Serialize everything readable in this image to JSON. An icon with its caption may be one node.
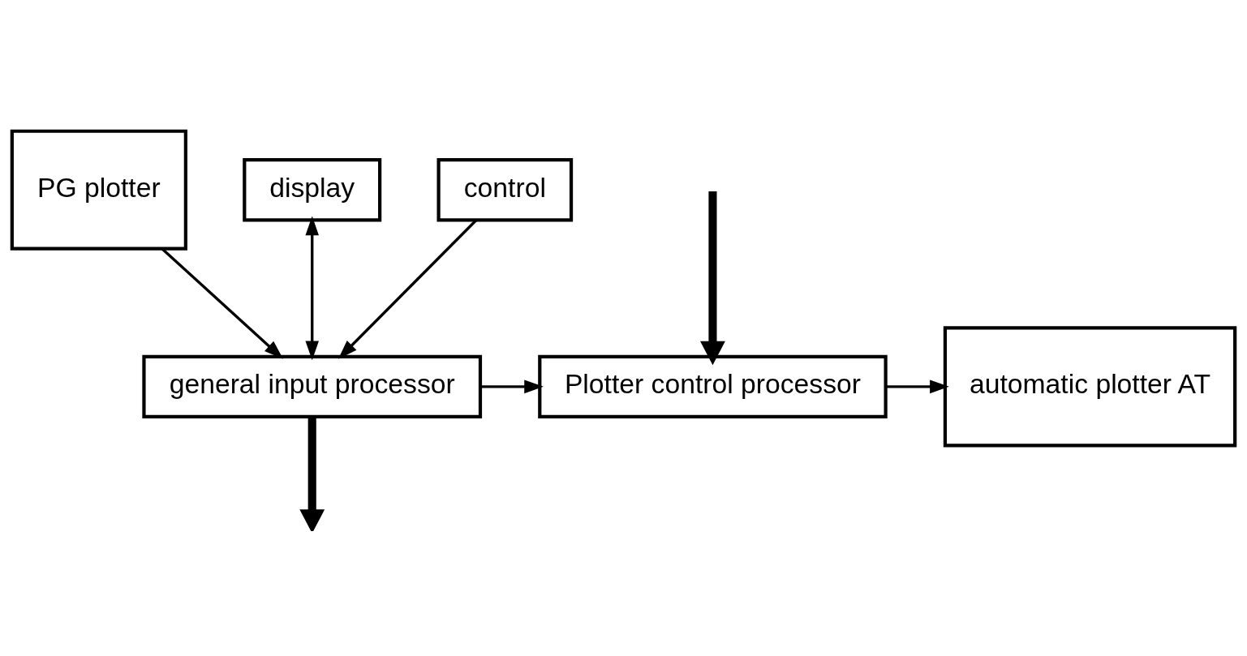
{
  "diagram": {
    "nodes": [
      {
        "text": [
          "PG plotter"
        ]
      },
      {
        "text": [
          "display"
        ]
      },
      {
        "text": [
          "control"
        ]
      },
      {
        "text": [
          "automatic plotter AT"
        ]
      },
      {
        "text": [
          "general input processor"
        ]
      },
      {
        "text": [
          "Plotter control processor"
        ]
      }
    ],
    "edges": [
      {
        "from": 0,
        "to": 4,
        "arrow": "to"
      },
      {
        "from": 2,
        "to": 4,
        "arrow": "to"
      },
      {
        "from": 1,
        "to": 4,
        "arrow": "both"
      },
      {
        "from": 4,
        "to": 5,
        "arrow": "to"
      },
      {
        "from": 5,
        "to": 3,
        "arrow": "to"
      },
      {
        "from": 4,
        "to": null,
        "arrow": "to",
        "style": "thick"
      },
      {
        "from": null,
        "to": 5,
        "arrow": "to",
        "style": "thick"
      }
    ]
  }
}
